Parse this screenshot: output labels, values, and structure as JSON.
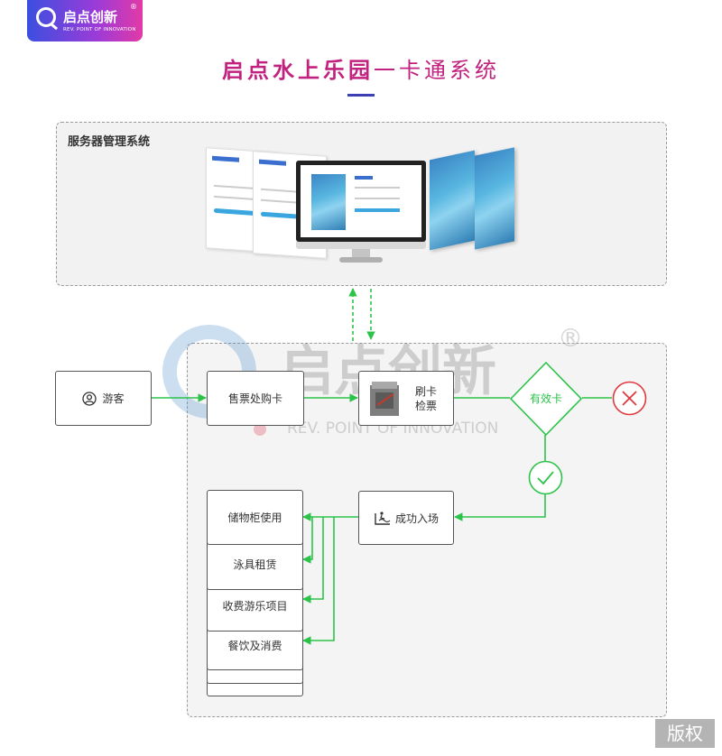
{
  "logo": {
    "name": "启点创新",
    "reg": "®",
    "sub": "REV. POINT OF INNOVATION"
  },
  "title": {
    "part1": "启点水上乐园",
    "part2": "一卡通系统"
  },
  "server_box": {
    "label": "服务器管理系统"
  },
  "nodes": {
    "visitor": "游客",
    "ticket_sale": "售票处购卡",
    "swipe_line1": "刷卡",
    "swipe_line2": "检票",
    "valid_card": "有效卡",
    "entry_success": "成功入场",
    "locker": "储物柜使用",
    "swim_gear": "泳具租赁",
    "paid_rides": "收费游乐项目",
    "dining": "餐饮及消费"
  },
  "watermark": {
    "text": "启点创新",
    "reg": "®",
    "sub": "REV. POINT OF INNOVATION"
  },
  "copyright": "版权",
  "colors": {
    "flow_green": "#2cc34a",
    "title_magenta": "#c2227f",
    "reject_red": "#e0393e"
  }
}
